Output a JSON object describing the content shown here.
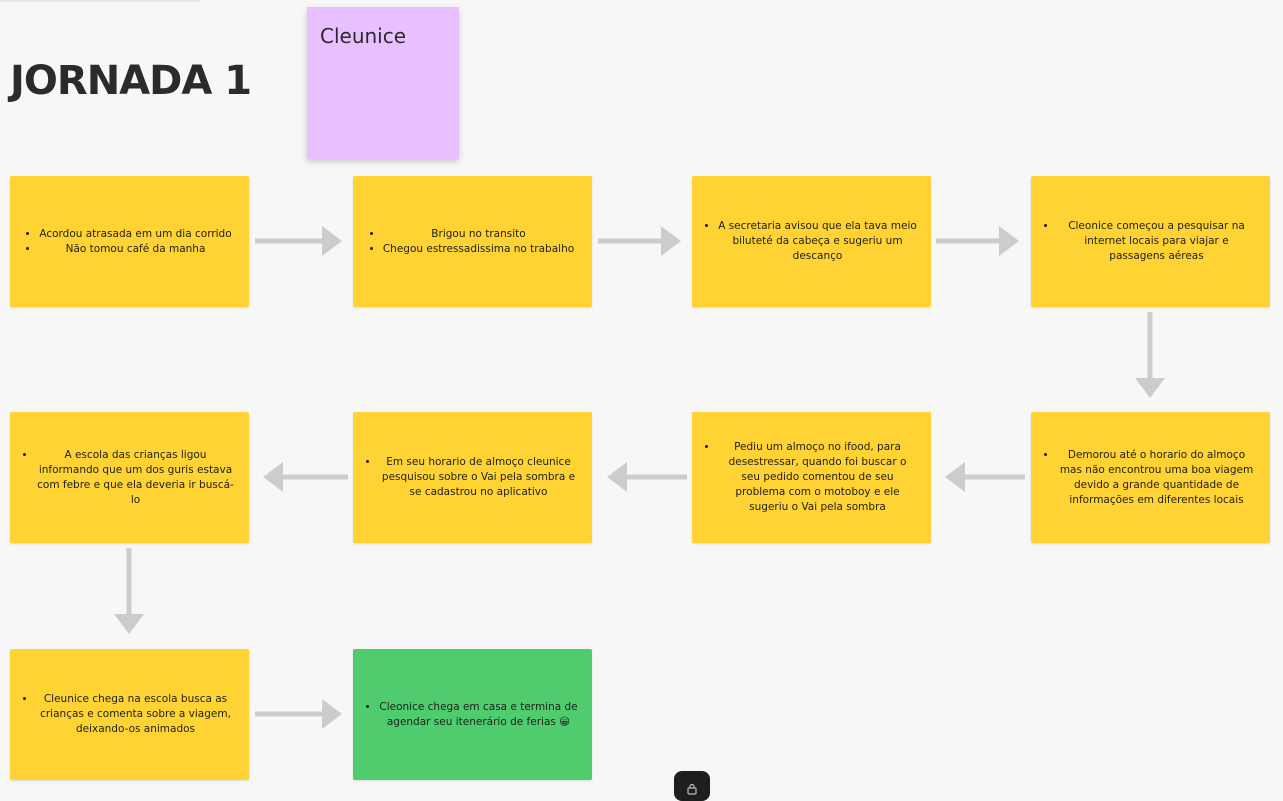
{
  "board": {
    "title": "JORNADA 1",
    "persona": "Cleunice"
  },
  "notes": [
    {
      "items": [
        "Acordou atrasada em um dia corrido",
        "Não tomou café da manha"
      ]
    },
    {
      "items": [
        "Brigou no transito",
        "Chegou estressadissima no trabalho"
      ]
    },
    {
      "items": [
        "A secretaria avisou que ela tava meio biluteté da cabeça e sugeriu um descanço"
      ]
    },
    {
      "items": [
        "Cleonice começou a pesquisar na internet locais para viajar e passagens aéreas"
      ]
    },
    {
      "items": [
        "Demorou até o horario do almoço mas não encontrou uma boa viagem devido a grande quantidade de informações em diferentes locais"
      ]
    },
    {
      "items": [
        "Pediu um almoço no ifood, para desestressar, quando foi buscar o seu pedido comentou de seu problema com o motoboy e ele sugeriu o Vai pela sombra"
      ]
    },
    {
      "items": [
        "Em seu horario de almoço cleunice pesquisou sobre o Vai pela sombra e se cadastrou no aplicativo"
      ]
    },
    {
      "items": [
        "A escola das crianças ligou informando que um dos guris estava com febre e que ela deveria ir buscá-lo"
      ]
    },
    {
      "items": [
        "Cleunice chega na escola busca as crianças e comenta sobre a viagem, deixando-os animados"
      ]
    },
    {
      "items": [
        "Cleonice chega em casa e termina de agendar seu itenerário de ferias 😀"
      ]
    }
  ],
  "colors": {
    "sticky_yellow": "#ffd333",
    "sticky_green": "#4fcd6e",
    "persona_purple": "#e9c0ff",
    "arrow_gray": "#cccccc",
    "background": "#f7f7f7"
  },
  "icons": {
    "toolbar": "lock-icon"
  }
}
